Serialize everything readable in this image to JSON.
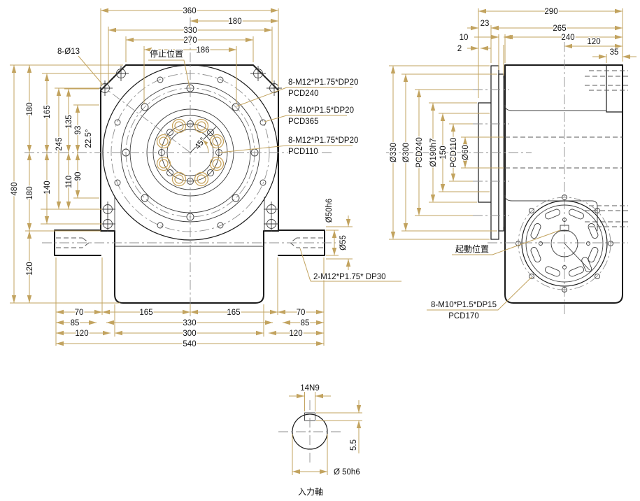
{
  "title": "cam-indexer-dimension-drawing",
  "colors": {
    "dimension": "#c2a35f",
    "outline": "#1a1a1a",
    "centerline": "#8f8f8f",
    "accent_gold": "#c8a560"
  },
  "front": {
    "top": {
      "d360": "360",
      "d180": "180",
      "d330": "330",
      "d270": "270",
      "d186": "186"
    },
    "left": {
      "d480": "480",
      "d180a": "180",
      "d165": "165",
      "d245": "245",
      "d135": "135",
      "d93": "93",
      "a225": "22.5°",
      "d140": "140",
      "d110": "110",
      "d90": "90",
      "d180b": "180",
      "d120": "120"
    },
    "bottom": {
      "d70l": "70",
      "d85l": "85",
      "d120l": "120",
      "d165a": "165",
      "d165b": "165",
      "d330": "330",
      "d300": "300",
      "d540": "540",
      "d70r": "70",
      "d85r": "85",
      "d120r": "120"
    },
    "notes": {
      "corner_holes": "8-Ø13",
      "stop_position": "停止位置",
      "angle45": "45°",
      "bolt_a1": "8-M12*P1.75*DP20",
      "bolt_a2": "PCD240",
      "bolt_b1": "8-M10*P1.5*DP20",
      "bolt_b2": "PCD365",
      "bolt_c1": "8-M12*P1.75*DP20",
      "bolt_c2": "PCD110",
      "shaft_d": "Ø50h6",
      "boss_d": "Ø55",
      "side_tap": "2-M12*P1.75*  DP30"
    }
  },
  "side": {
    "top": {
      "d290": "290",
      "d23": "23",
      "d265": "265",
      "d10": "10",
      "d240": "240",
      "d2": "2",
      "d120": "120",
      "d35": "35"
    },
    "left": {
      "d330": "Ø330",
      "d300": "Ø300",
      "pcd240": "PCD240",
      "d190": "Ø190h7",
      "d150": "150",
      "pcd110": "PCD110",
      "d60": "Ø60"
    },
    "notes": {
      "start_position": "起動位置",
      "tap1": "8-M10*P1.5*DP15",
      "tap2": "PCD170"
    }
  },
  "detail": {
    "key_width": "14N9",
    "key_depth": "5.5",
    "dia": "Ø 50h6",
    "caption": "入力軸"
  }
}
